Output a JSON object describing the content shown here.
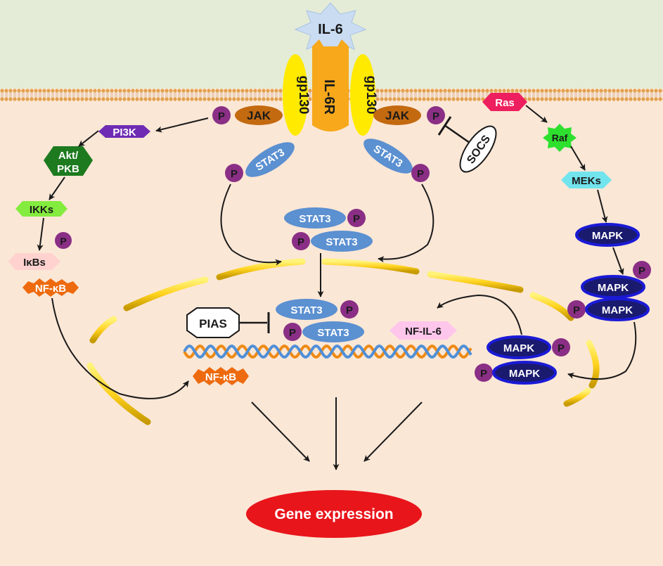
{
  "colors": {
    "extracellular": "#e4ecd7",
    "cytoplasm": "#fbe7d6",
    "membrane": "#e3a14d",
    "receptor_yellow": "#ffea00",
    "il6r_orange": "#f7a81b",
    "il6_star": "#c9dcf2",
    "jak": "#c36a10",
    "phospho": "#8a2f85",
    "stat3": "#5b90d1",
    "pi3k": "#6f2bb4",
    "akt": "#1d7a1f",
    "ikk": "#84ec3e",
    "ikb": "#ffd2cf",
    "nfkb": "#ee6a0e",
    "ras": "#ee1f5e",
    "raf": "#2ee02e",
    "meks": "#72e4ee",
    "mapk": "#1a1ad6",
    "nfil6": "#ffc6ec",
    "nucleus_envelope": "#ffd21f",
    "gene_expression": "#e8151b"
  },
  "labels": {
    "il6": "IL-6",
    "gp130_left": "gp130",
    "il6r": "IL-6R",
    "gp130_right": "gp130",
    "jak_left": "JAK",
    "jak_right": "JAK",
    "phospho": "P",
    "socs": "SOCS",
    "stat3": "STAT3",
    "pi3k": "PI3K",
    "akt_line1": "Akt/",
    "akt_line2": "PKB",
    "ikks": "IKKs",
    "ikbs": "IκBs",
    "nfkb": "NF-κB",
    "ras": "Ras",
    "raf": "Raf",
    "meks": "MEKs",
    "mapk": "MAPK",
    "pias": "PIAS",
    "nfil6": "NF-IL-6",
    "gene_expression": "Gene expression"
  }
}
